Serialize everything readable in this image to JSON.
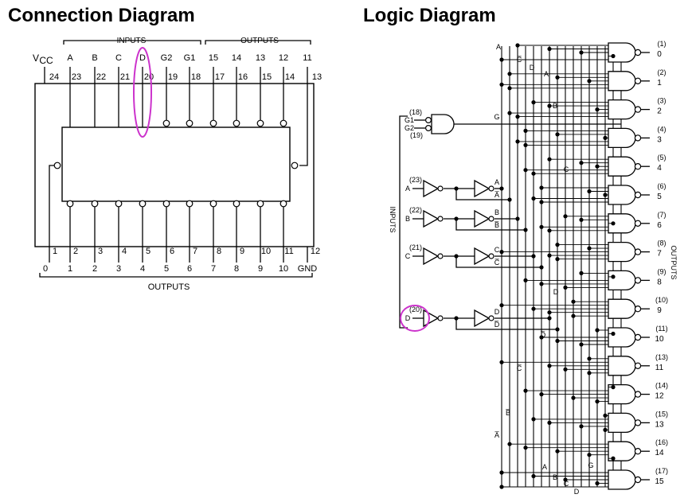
{
  "titles": {
    "connection": "Connection Diagram",
    "logic": "Logic Diagram"
  },
  "connection": {
    "inputs_label": "INPUTS",
    "outputs_top_label": "OUTPUTS",
    "outputs_bottom_label": "OUTPUTS",
    "vcc_label": "V",
    "vcc_sub": "CC",
    "gnd_label": "GND",
    "top_signals": [
      "A",
      "B",
      "C",
      "D",
      "G2",
      "G1",
      "15",
      "14",
      "13",
      "12",
      "11"
    ],
    "top_pins": [
      "24",
      "23",
      "22",
      "21",
      "20",
      "19",
      "18",
      "17",
      "16",
      "15",
      "14",
      "13"
    ],
    "bottom_pins": [
      "1",
      "2",
      "3",
      "4",
      "5",
      "6",
      "7",
      "8",
      "9",
      "10",
      "11",
      "12"
    ],
    "bottom_signals": [
      "0",
      "1",
      "2",
      "3",
      "4",
      "5",
      "6",
      "7",
      "8",
      "9",
      "10"
    ],
    "highlight_color": "#cc33cc"
  },
  "logic": {
    "inputs_label": "INPUTS",
    "outputs_label": "OUTPUTS",
    "g_inputs": [
      {
        "pin": "(18)",
        "name": "G1"
      },
      {
        "pin": "(19)",
        "name": "G2"
      }
    ],
    "g_line_label": "G",
    "address_inputs": [
      {
        "pin": "(23)",
        "name": "A",
        "true": "A",
        "comp": "A̅"
      },
      {
        "pin": "(22)",
        "name": "B",
        "true": "B",
        "comp": "B̅"
      },
      {
        "pin": "(21)",
        "name": "C",
        "true": "C",
        "comp": "C̅"
      },
      {
        "pin": "(20)",
        "name": "D",
        "true": "D",
        "comp": "D̅"
      }
    ],
    "bus_labels": [
      "A",
      "C̅",
      "D",
      "A",
      "B",
      "C",
      "D",
      "D̅",
      "C̅",
      "B̅",
      "A̅",
      "A",
      "B",
      "C",
      "D",
      "G"
    ],
    "outputs": [
      {
        "pin": "(1)",
        "num": "0"
      },
      {
        "pin": "(2)",
        "num": "1"
      },
      {
        "pin": "(3)",
        "num": "2"
      },
      {
        "pin": "(4)",
        "num": "3"
      },
      {
        "pin": "(5)",
        "num": "4"
      },
      {
        "pin": "(6)",
        "num": "5"
      },
      {
        "pin": "(7)",
        "num": "6"
      },
      {
        "pin": "(8)",
        "num": "7"
      },
      {
        "pin": "(9)",
        "num": "8"
      },
      {
        "pin": "(10)",
        "num": "9"
      },
      {
        "pin": "(11)",
        "num": "10"
      },
      {
        "pin": "(13)",
        "num": "11"
      },
      {
        "pin": "(14)",
        "num": "12"
      },
      {
        "pin": "(15)",
        "num": "13"
      },
      {
        "pin": "(16)",
        "num": "14"
      },
      {
        "pin": "(17)",
        "num": "15"
      }
    ]
  }
}
